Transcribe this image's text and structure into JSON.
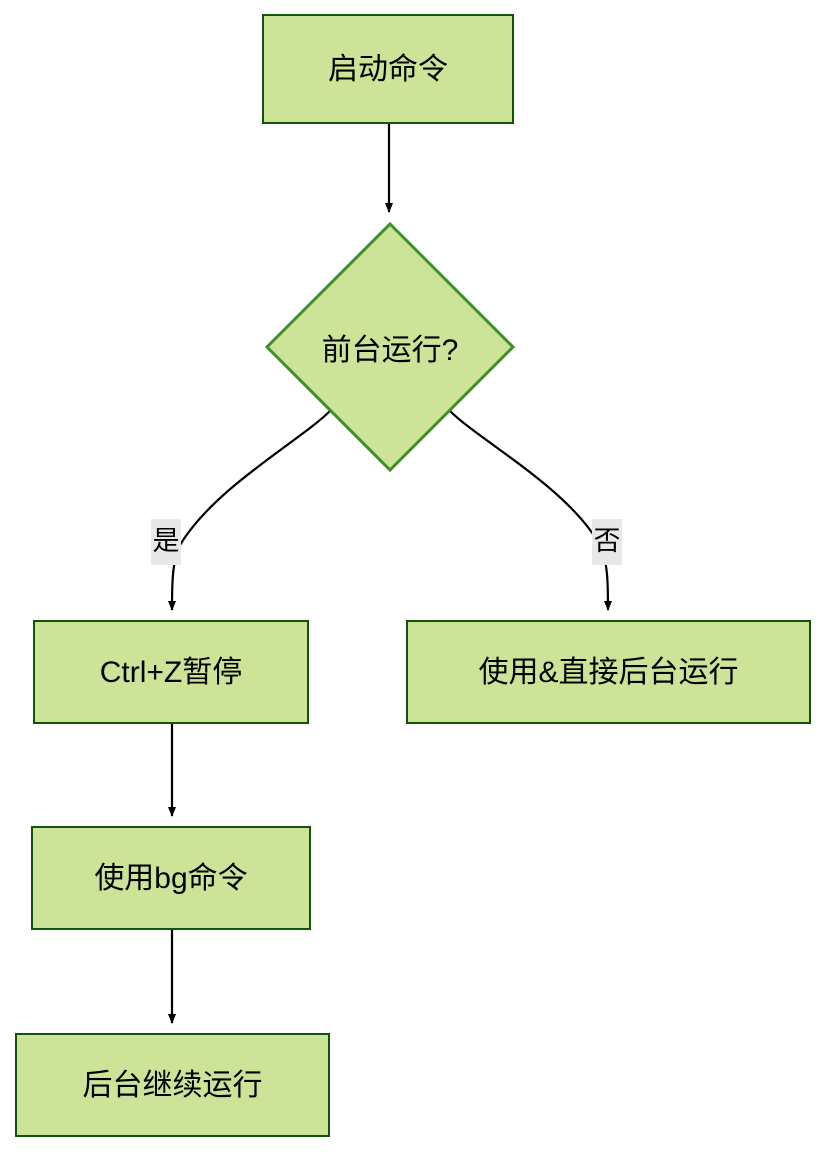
{
  "diagram": {
    "type": "flowchart",
    "direction": "top-down",
    "title": "",
    "colors": {
      "node_fill": "#cde498",
      "node_stroke": "#13540c",
      "edge_stroke": "#000000",
      "edge_label_bg": "#e8e8e8",
      "text": "#000000",
      "background": "#ffffff"
    },
    "nodes": [
      {
        "id": "start",
        "shape": "rect",
        "label": "启动命令"
      },
      {
        "id": "decision",
        "shape": "diamond",
        "label": "前台运行?"
      },
      {
        "id": "pause",
        "shape": "rect",
        "label": "Ctrl+Z暂停"
      },
      {
        "id": "amp",
        "shape": "rect",
        "label": "使用&直接后台运行"
      },
      {
        "id": "bg",
        "shape": "rect",
        "label": "使用bg命令"
      },
      {
        "id": "keep",
        "shape": "rect",
        "label": "后台继续运行"
      }
    ],
    "edges": [
      {
        "from": "start",
        "to": "decision",
        "label": ""
      },
      {
        "from": "decision",
        "to": "pause",
        "label": "是"
      },
      {
        "from": "decision",
        "to": "amp",
        "label": "否"
      },
      {
        "from": "pause",
        "to": "bg",
        "label": ""
      },
      {
        "from": "bg",
        "to": "keep",
        "label": ""
      }
    ]
  }
}
